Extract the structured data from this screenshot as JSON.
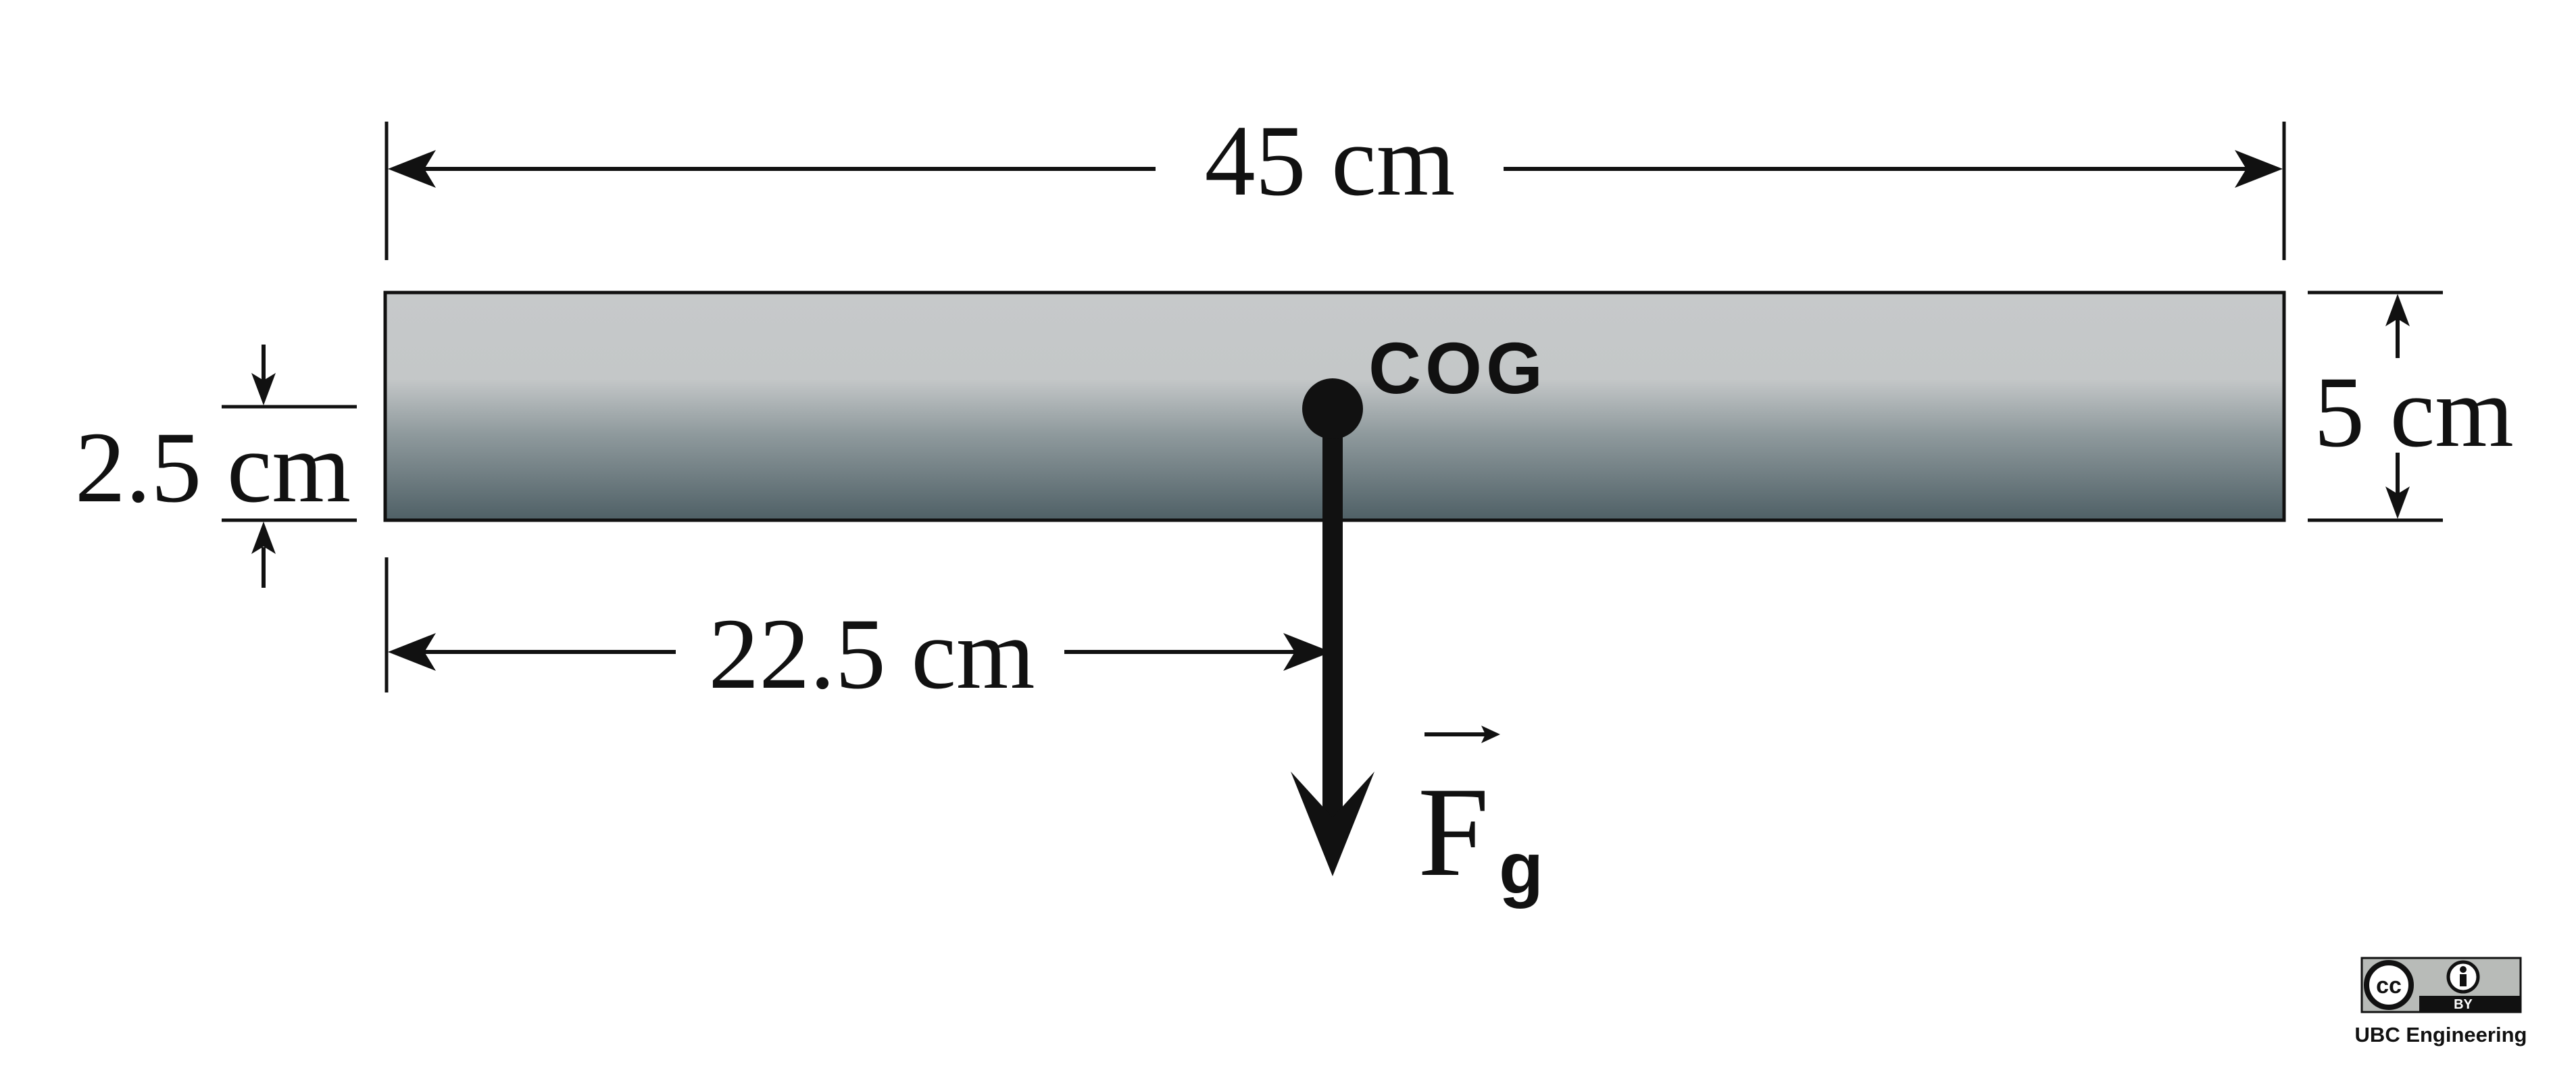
{
  "dimensions": {
    "length_label": "45 cm",
    "height_label": "5 cm",
    "half_height_label": "2.5 cm",
    "half_length_label": "22.5 cm"
  },
  "cog_label": "COG",
  "force": {
    "symbol": "F",
    "subscript": "g"
  },
  "credit": {
    "license_icon": "cc-by-icon",
    "cc_text": "cc",
    "by_text": "BY",
    "org": "UBC Engineering"
  },
  "colors": {
    "beam_top": "#c6c9ca",
    "beam_bottom": "#4f6066",
    "ink": "#111111"
  }
}
